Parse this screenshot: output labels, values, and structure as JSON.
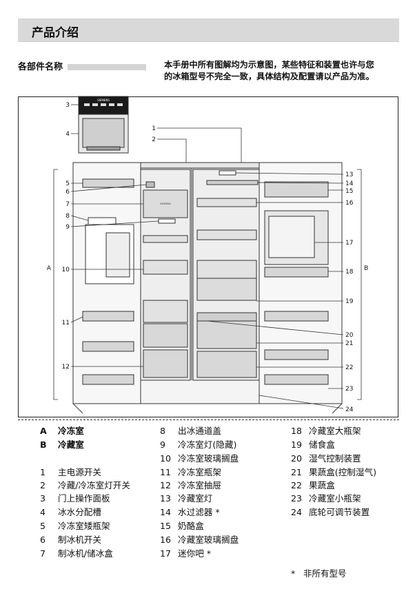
{
  "header": {
    "title": "产品介绍"
  },
  "section": {
    "title": "各部件名称",
    "intro_lines": [
      "本手册中所有图解均为示意图，某些特征和装置也许与您",
      "的冰箱型号不完全一致，具体结构及配置请以产品为准。"
    ]
  },
  "diagram": {
    "callouts_left": [
      "3",
      "4",
      "5",
      "6",
      "7",
      "8",
      "9",
      "10",
      "11",
      "12"
    ],
    "callouts_top": [
      "1",
      "2"
    ],
    "callouts_right": [
      "13",
      "14",
      "15",
      "16",
      "17",
      "18",
      "19",
      "20",
      "21",
      "22",
      "23",
      "24"
    ],
    "group_a": "A",
    "group_b": "B",
    "panel_label": "SIEMENS",
    "shelf_mark": "SIEMENS"
  },
  "legend": {
    "groups": [
      {
        "key": "A",
        "label": "冷冻室"
      },
      {
        "key": "B",
        "label": "冷藏室"
      }
    ],
    "col1": [
      {
        "num": "1",
        "label": "主电源开关"
      },
      {
        "num": "2",
        "label": "冷藏/冷冻室灯开关"
      },
      {
        "num": "3",
        "label": "门上操作面板"
      },
      {
        "num": "4",
        "label": "冰水分配槽"
      },
      {
        "num": "5",
        "label": "冷冻室矮瓶架"
      },
      {
        "num": "6",
        "label": "制冰机开关"
      },
      {
        "num": "7",
        "label": "制冰机/储冰盒"
      }
    ],
    "col2": [
      {
        "num": "8",
        "label": "出冰通道盖"
      },
      {
        "num": "9",
        "label": "冷冻室灯(隐藏)"
      },
      {
        "num": "10",
        "label": "冷冻室玻璃搁盘"
      },
      {
        "num": "11",
        "label": "冷冻室瓶架"
      },
      {
        "num": "12",
        "label": "冷冻室抽屉"
      },
      {
        "num": "13",
        "label": "冷藏室灯"
      },
      {
        "num": "14",
        "label": "水过滤器 *"
      },
      {
        "num": "15",
        "label": "奶酪盒"
      },
      {
        "num": "16",
        "label": "冷藏室玻璃搁盘"
      },
      {
        "num": "17",
        "label": "迷你吧 *"
      }
    ],
    "col3": [
      {
        "num": "18",
        "label": "冷藏室大瓶架"
      },
      {
        "num": "19",
        "label": "储食盒"
      },
      {
        "num": "20",
        "label": "湿气控制装置"
      },
      {
        "num": "21",
        "label": "果蔬盒(控制湿气)"
      },
      {
        "num": "22",
        "label": "果蔬盒"
      },
      {
        "num": "23",
        "label": "冷藏室小瓶架"
      },
      {
        "num": "24",
        "label": "底轮可调节装置"
      }
    ],
    "note": {
      "star": "*",
      "text": "非所有型号"
    }
  }
}
